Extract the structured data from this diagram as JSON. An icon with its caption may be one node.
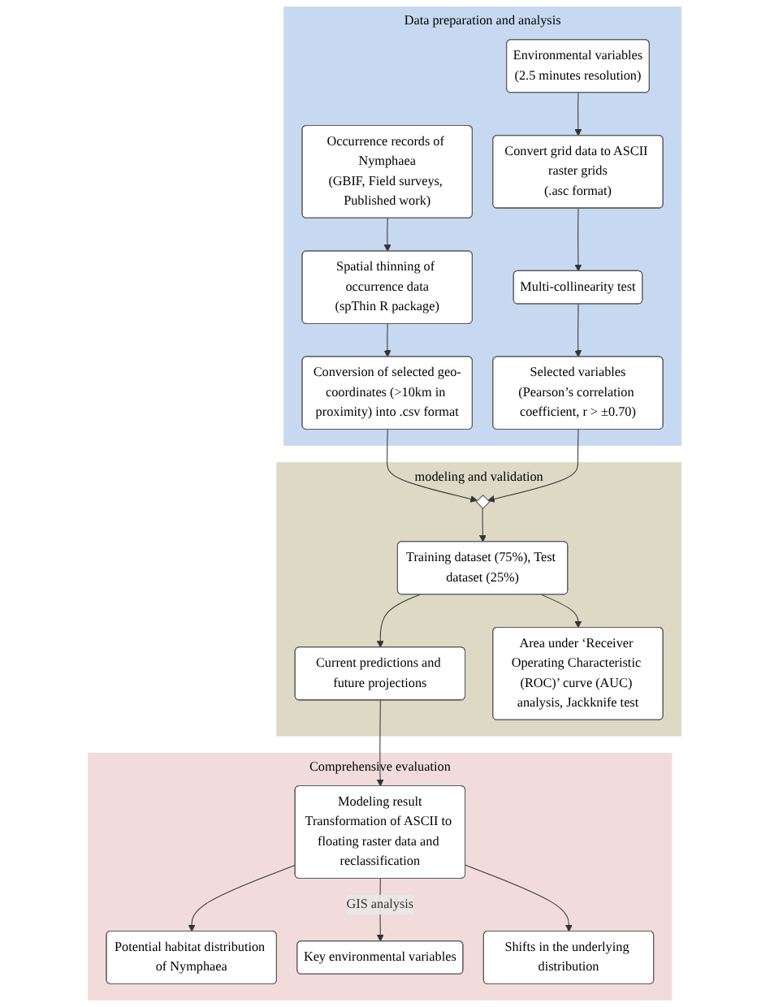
{
  "diagram": {
    "nodes": [
      {
        "text": [
          "Data preparation and analysis"
        ]
      },
      {
        "text": [
          "Occurrence records of Nymphaea",
          "(GBIF, Field surveys, Published work)"
        ],
        "in": 0
      },
      {
        "text": [
          "Spatial thinning of occurrence data",
          "(spThin R package)"
        ],
        "in": 0
      },
      {
        "text": [
          "Conversion of selected geo-coordinates (>10km in proximity) into .csv format"
        ],
        "in": 0
      },
      {
        "text": [
          "Environmental variables",
          "(2.5 minutes resolution)"
        ],
        "in": 0
      },
      {
        "text": [
          "Convert grid data to ASCII raster grids",
          "(.asc format)"
        ],
        "in": 0
      },
      {
        "text": [
          "Multi-collinearity test"
        ],
        "in": 0
      },
      {
        "text": [
          "Selected variables",
          "(Pearson’s correlation coefficient, r > ±0.70)"
        ],
        "in": 0
      },
      {
        "text": [
          "modeling and validation"
        ]
      },
      {
        "text": [],
        "shape": "diamond",
        "in": 8
      },
      {
        "text": [
          "Training dataset (75%), Test dataset (25%)"
        ],
        "in": 8
      },
      {
        "text": [
          "Current predictions and future projections"
        ],
        "in": 8
      },
      {
        "text": [
          "Area under ‘Receiver Operating Characteristic (ROC)’ curve (AUC) analysis, Jackknife test"
        ],
        "in": 8
      },
      {
        "text": [
          "Comprehensive evaluation"
        ]
      },
      {
        "text": [
          "Modeling result",
          "Transformation of ASCII to floating raster data and reclassification"
        ],
        "in": 13
      },
      {
        "text": [
          "Potential habitat distribution of Nymphaea"
        ],
        "in": 13
      },
      {
        "text": [
          "Key environmental variables"
        ],
        "in": 13
      },
      {
        "text": [
          "Shifts in the underlying distribution"
        ],
        "in": 13
      }
    ],
    "edges": [
      {
        "from": 1,
        "to": 2,
        "arrow": "to"
      },
      {
        "from": 2,
        "to": 3,
        "arrow": "to"
      },
      {
        "from": 4,
        "to": 5,
        "arrow": "to"
      },
      {
        "from": 5,
        "to": 6,
        "arrow": "to"
      },
      {
        "from": 6,
        "to": 7,
        "arrow": "to"
      },
      {
        "from": 3,
        "to": 9,
        "arrow": "to"
      },
      {
        "from": 7,
        "to": 9,
        "arrow": "to"
      },
      {
        "from": 9,
        "to": 10,
        "arrow": "to"
      },
      {
        "from": 10,
        "to": 11,
        "arrow": "to"
      },
      {
        "from": 10,
        "to": 12,
        "arrow": "to"
      },
      {
        "from": 11,
        "to": 14,
        "arrow": "to"
      },
      {
        "from": 14,
        "to": 15,
        "arrow": "to"
      },
      {
        "from": 14,
        "to": 16,
        "label": "GIS analysis",
        "arrow": "to"
      },
      {
        "from": 14,
        "to": 17,
        "arrow": "to"
      }
    ]
  }
}
